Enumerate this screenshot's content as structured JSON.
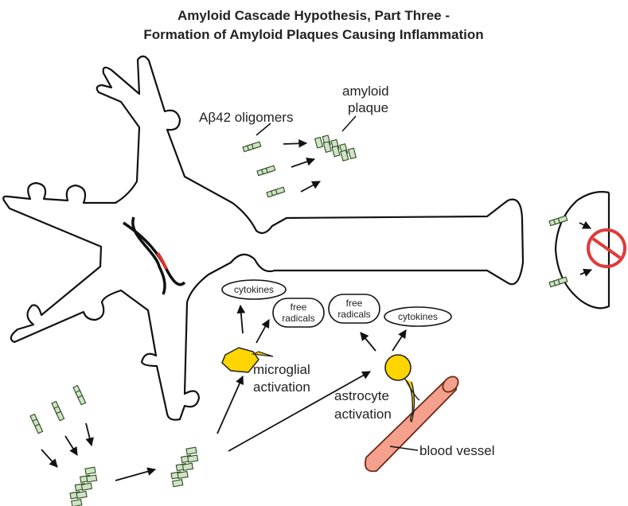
{
  "title": {
    "line1": "Amyloid Cascade Hypothesis, Part Three -",
    "line2": "Formation of Amyloid Plaques Causing Inflammation"
  },
  "labels": {
    "oligomers": "Aβ42 oligomers",
    "plaque_line1": "amyloid",
    "plaque_line2": "plaque",
    "microglia_line1": "microglial",
    "microglia_line2": "activation",
    "astrocyte_line1": "astrocyte",
    "astrocyte_line2": "activation",
    "blood_vessel": "blood vessel"
  },
  "bubbles": {
    "cytokines_left": "cytokines",
    "free_radicals_left_1": "free",
    "free_radicals_left_2": "radicals",
    "free_radicals_right_1": "free",
    "free_radicals_right_2": "radicals",
    "cytokines_right": "cytokines"
  },
  "colors": {
    "oligomer_fill": "#cfe3c4",
    "glia_fill": "#ffd500",
    "blood_vessel_fill": "#f4a08c",
    "dna_highlight": "#e0302a",
    "block_sign": "#e03a3a"
  }
}
